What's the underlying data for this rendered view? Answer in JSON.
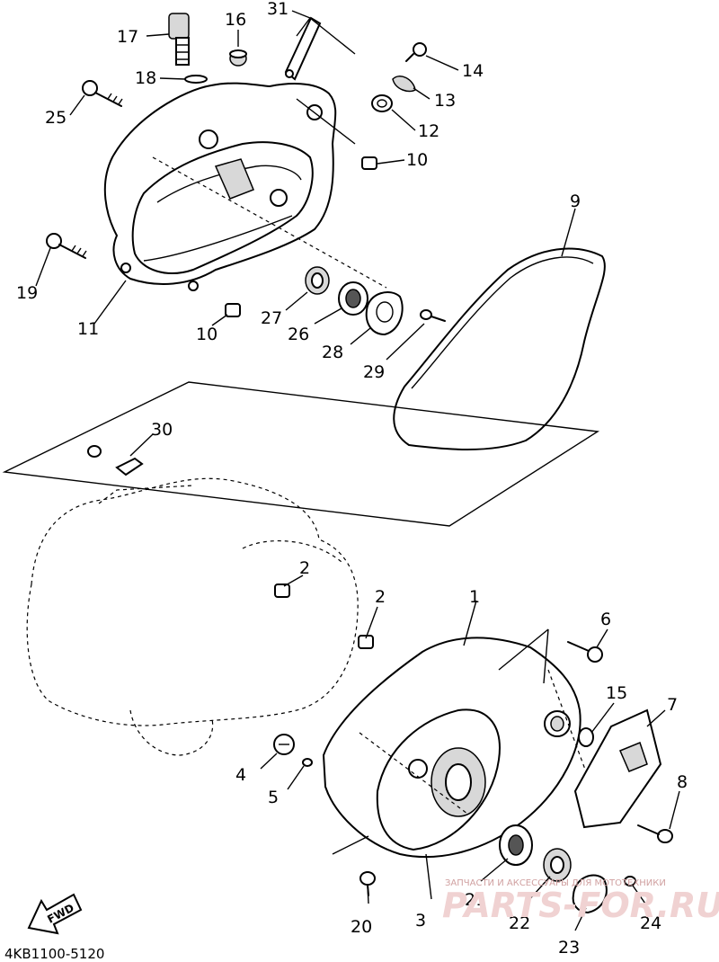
{
  "diagram_code": "4KB1100-5120",
  "fwd_label": "FWD",
  "watermark": {
    "line1": "ЗАПЧАСТИ И АКСЕССУАРЫ ДЛЯ МОТОТЕХНИКИ",
    "line2": "PARTS-FOR.RU"
  },
  "callouts": [
    "1",
    "2",
    "2",
    "3",
    "4",
    "5",
    "6",
    "7",
    "8",
    "9",
    "10",
    "10",
    "11",
    "12",
    "13",
    "14",
    "15",
    "16",
    "17",
    "18",
    "19",
    "20",
    "21",
    "22",
    "23",
    "24",
    "25",
    "26",
    "27",
    "28",
    "29",
    "30",
    "31"
  ]
}
